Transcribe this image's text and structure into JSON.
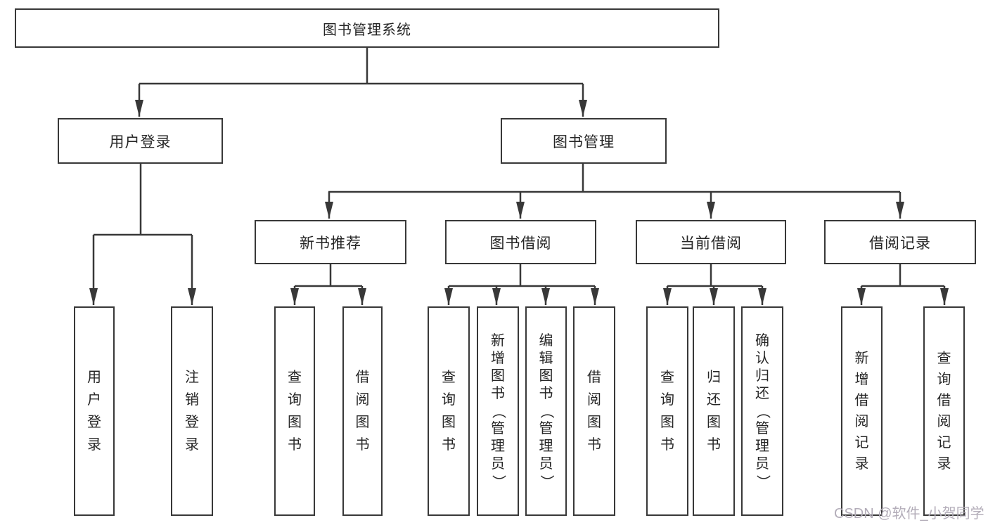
{
  "diagram": {
    "root": {
      "label": "图书管理系统"
    },
    "level2": {
      "user_login": {
        "label": "用户登录"
      },
      "book_mgmt": {
        "label": "图书管理"
      }
    },
    "level3": {
      "new_book_rec": {
        "label": "新书推荐"
      },
      "book_borrow": {
        "label": "图书借阅"
      },
      "current_borrow": {
        "label": "当前借阅"
      },
      "borrow_records": {
        "label": "借阅记录"
      }
    },
    "leaves": {
      "user_login": [
        "用户登录",
        "注销登录"
      ],
      "new_book_rec": [
        "查询图书",
        "借阅图书"
      ],
      "book_borrow": [
        "查询图书",
        "新增图书（管理员）",
        "编辑图书（管理员）",
        "借阅图书"
      ],
      "current_borrow": [
        "查询图书",
        "归还图书",
        "确认归还（管理员）"
      ],
      "borrow_records": [
        "新增借阅记录",
        "查询借阅记录"
      ]
    }
  },
  "watermark": {
    "text": "CSDN @软件_小贺同学",
    "color": "#b3adb9"
  },
  "colors": {
    "line": "#383838",
    "text": "#262626",
    "background": "#ffffff"
  }
}
